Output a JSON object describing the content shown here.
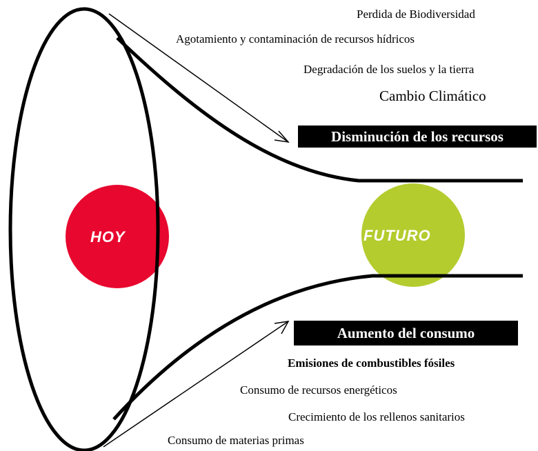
{
  "top_labels": {
    "biodiversity": "Perdida de Biodiversidad",
    "water": "Agotamiento y contaminación de recursos hídricos",
    "soil": "Degradación de los suelos y la tierra",
    "climate": "Cambio Climático"
  },
  "top_box": "Disminución de los recursos",
  "bottom_box": "Aumento del consumo",
  "bottom_labels": {
    "fuels": "Emisiones de combustibles fósiles",
    "energy": "Consumo de recursos energéticos",
    "landfills": "Crecimiento de los rellenos sanitarios",
    "raw": "Consumo de materias primas"
  },
  "today": "HOY",
  "future": "FUTURO",
  "colors": {
    "today_circle": "#e8072e",
    "future_circle": "#b4cc2e",
    "lines": "#000000",
    "box_bg": "#000000",
    "box_text": "#ffffff"
  }
}
